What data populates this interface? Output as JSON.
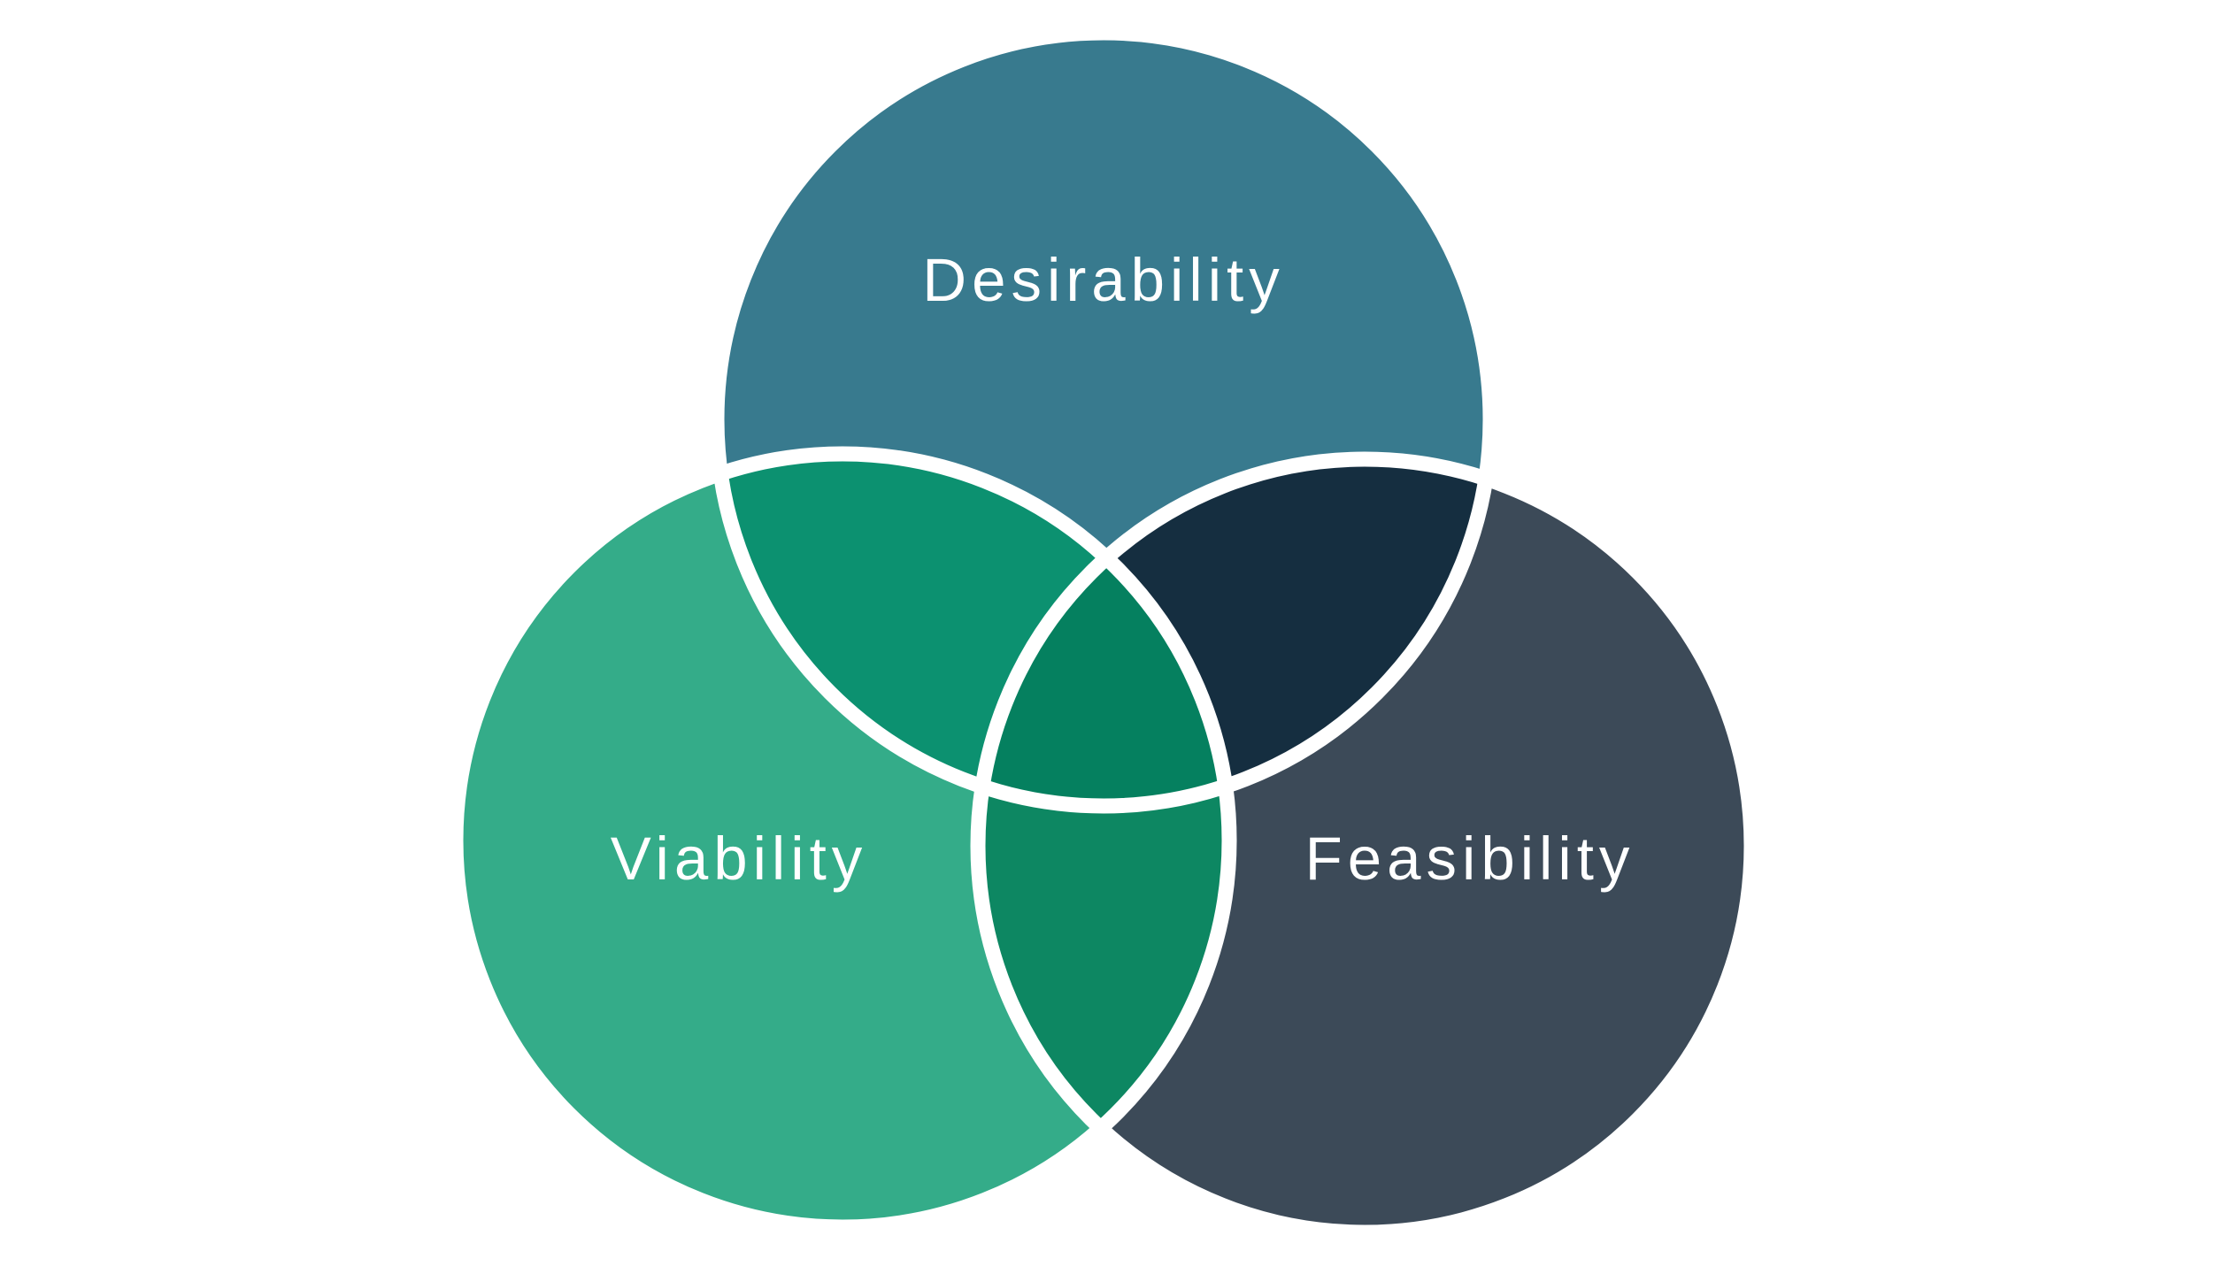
{
  "diagram": {
    "type": "venn",
    "circles": [
      {
        "id": "top",
        "label": "Desirability",
        "color": "#387A8E"
      },
      {
        "id": "left",
        "label": "Viability",
        "color": "#34AC89"
      },
      {
        "id": "right",
        "label": "Feasibility",
        "color": "#3C4A58"
      }
    ],
    "overlaps": {
      "top_left": {
        "color": "#0C9170"
      },
      "top_right": {
        "color": "#152E40"
      },
      "left_right": {
        "color": "#0D8762"
      },
      "center": {
        "color": "#05805F"
      }
    },
    "outline_color": "#ffffff"
  }
}
